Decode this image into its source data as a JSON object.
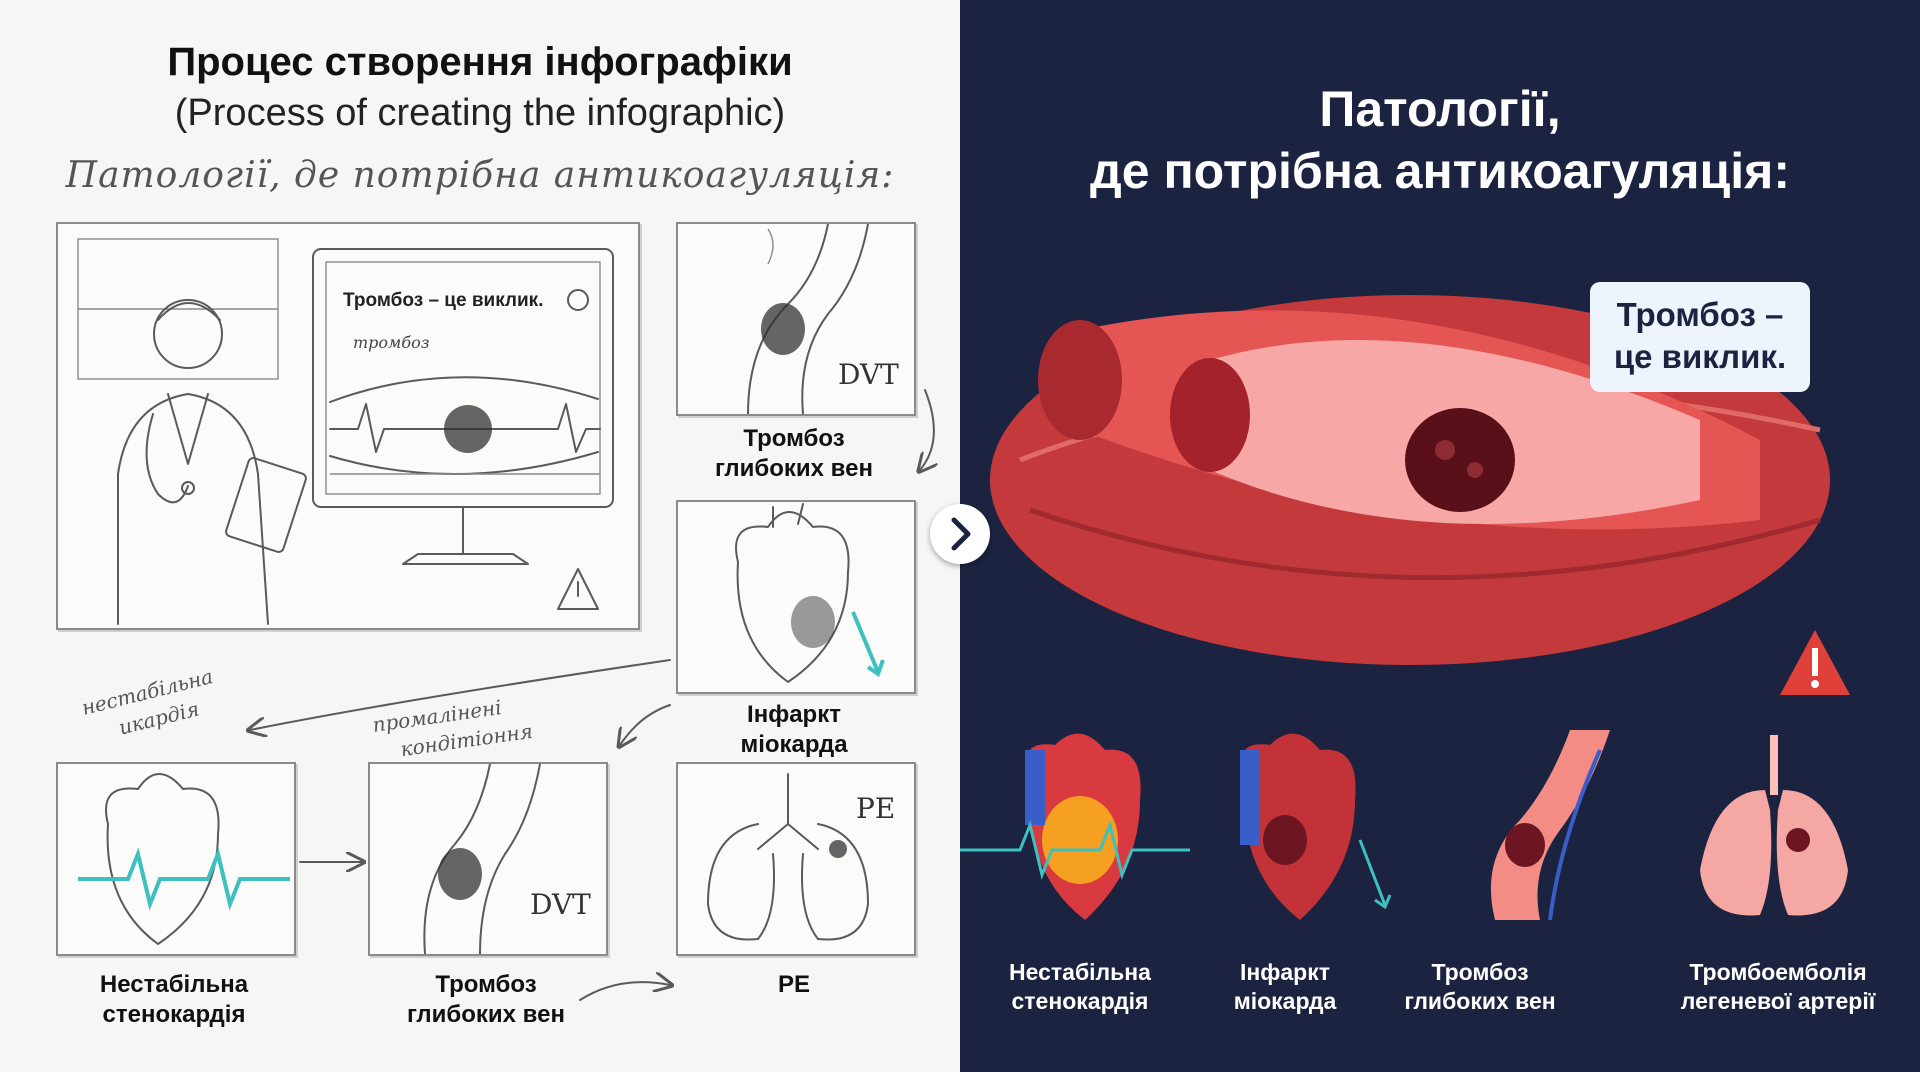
{
  "left": {
    "title": "Процес створення інфографіки",
    "subtitle": "(Process of creating the infographic)",
    "handwritten_heading": "Патології, де потрібна антикоагуляція:",
    "monitor_heading": "Тромбоз – це виклик.",
    "monitor_label": "тромбоз",
    "labels": {
      "dvt": "DVT",
      "pe": "PE"
    },
    "notes": {
      "unstable": "нестабільна",
      "unstable2": "икардія",
      "promal1": "промалінені",
      "promal2": "кондітіоння"
    },
    "captions": {
      "dvt_top_1": "Тромбоз",
      "dvt_top_2": "глибоких вен",
      "mi_1": "Інфаркт",
      "mi_2": "міокарда",
      "angina_1": "Нестабільна",
      "angina_2": "стенокардія",
      "dvt_bottom_1": "Тромбоз",
      "dvt_bottom_2": "глибоких вен",
      "pe": "PE"
    }
  },
  "right": {
    "title_line1": "Патології,",
    "title_line2": "де потрібна антикоагуляція:",
    "bubble_line1": "Тромбоз –",
    "bubble_line2": "це виклик.",
    "cards": [
      {
        "line1": "Нестабільна",
        "line2": "стенокардія"
      },
      {
        "line1": "Інфаркт",
        "line2": "міокарда"
      },
      {
        "line1": "Тромбоз",
        "line2": "глибоких вен"
      },
      {
        "line1": "Тромбоемболія",
        "line2": "легеневої артерії"
      }
    ]
  },
  "colors": {
    "navy": "#1c2340",
    "teal": "#3cc0c0",
    "red": "#d83a3f",
    "warning": "#e0403a"
  },
  "icons": [
    "chevron-right-icon",
    "warning-icon"
  ]
}
